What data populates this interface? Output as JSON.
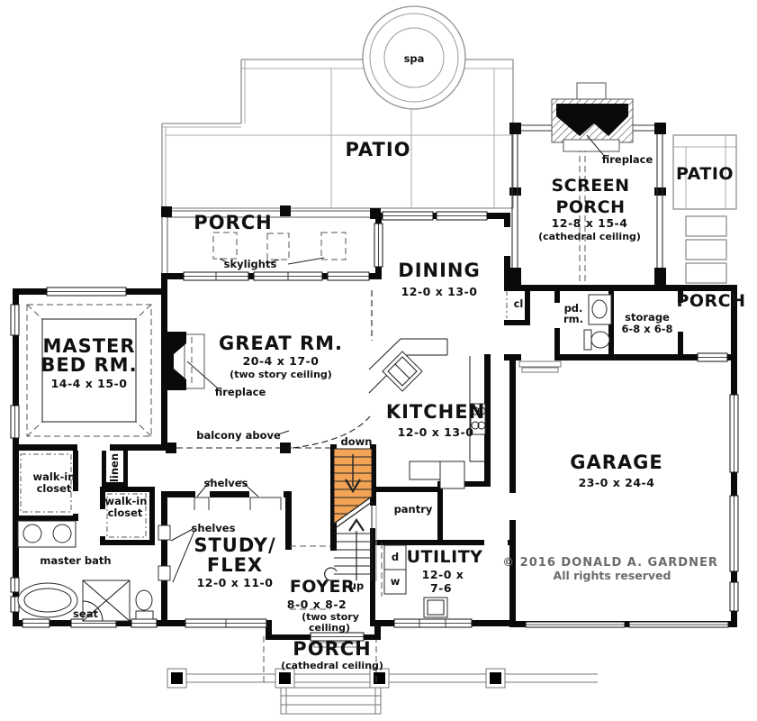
{
  "colors": {
    "stairs": "#F2A355",
    "wall": "#000000",
    "outdoor": "#8f8f8f",
    "copyright_text": "#6b6b6b"
  },
  "rooms": {
    "master_bed": {
      "name1": "MASTER",
      "name2": "BED RM.",
      "dims": "14-4 x 15-0"
    },
    "great_rm": {
      "name": "GREAT RM.",
      "dims": "20-4 x 17-0",
      "note": "(two story ceiling)"
    },
    "dining": {
      "name": "DINING",
      "dims": "12-0 x 13-0"
    },
    "kitchen": {
      "name": "KITCHEN",
      "dims": "12-0 x 13-0"
    },
    "garage": {
      "name": "GARAGE",
      "dims": "23-0 x 24-4"
    },
    "screen_porch": {
      "name1": "SCREEN",
      "name2": "PORCH",
      "dims": "12-8 x 15-4",
      "note": "(cathedral ceiling)"
    },
    "study": {
      "name1": "STUDY/",
      "name2": "FLEX",
      "dims": "12-0 x 11-0"
    },
    "utility": {
      "name": "UTILITY",
      "dims1": "12-0 x",
      "dims2": "7-6"
    },
    "foyer": {
      "name": "FOYER",
      "dims": "8-0 x 8-2",
      "note1": "(two story",
      "note2": "ceiling)"
    },
    "storage": {
      "name": "storage",
      "dims": "6-8 x 6-8"
    },
    "master_bath": {
      "name": "master bath"
    },
    "porch_front": {
      "name": "PORCH",
      "note": "(cathedral ceiling)"
    },
    "porch_rear": {
      "name": "PORCH"
    },
    "porch_side": {
      "name": "PORCH"
    },
    "patio_main": {
      "name": "PATIO"
    },
    "patio_side": {
      "name": "PATIO"
    }
  },
  "labels": {
    "spa": "spa",
    "fireplace_screen_porch": "fireplace",
    "fireplace_great_rm": "fireplace",
    "skylights": "skylights",
    "balcony": "balcony above",
    "down": "down",
    "up": "up",
    "cl": "cl",
    "pd1": "pd.",
    "pd2": "rm.",
    "linen": "linen",
    "wic1_line1": "walk-in",
    "wic1_line2": "closet",
    "wic2_line1": "walk-in",
    "wic2_line2": "closet",
    "shelves1": "shelves",
    "shelves2": "shelves",
    "pantry": "pantry",
    "seat": "seat",
    "dryer": "d",
    "washer": "w"
  },
  "copyright": {
    "line1": "© 2016 DONALD A. GARDNER",
    "line2": "All rights reserved"
  }
}
